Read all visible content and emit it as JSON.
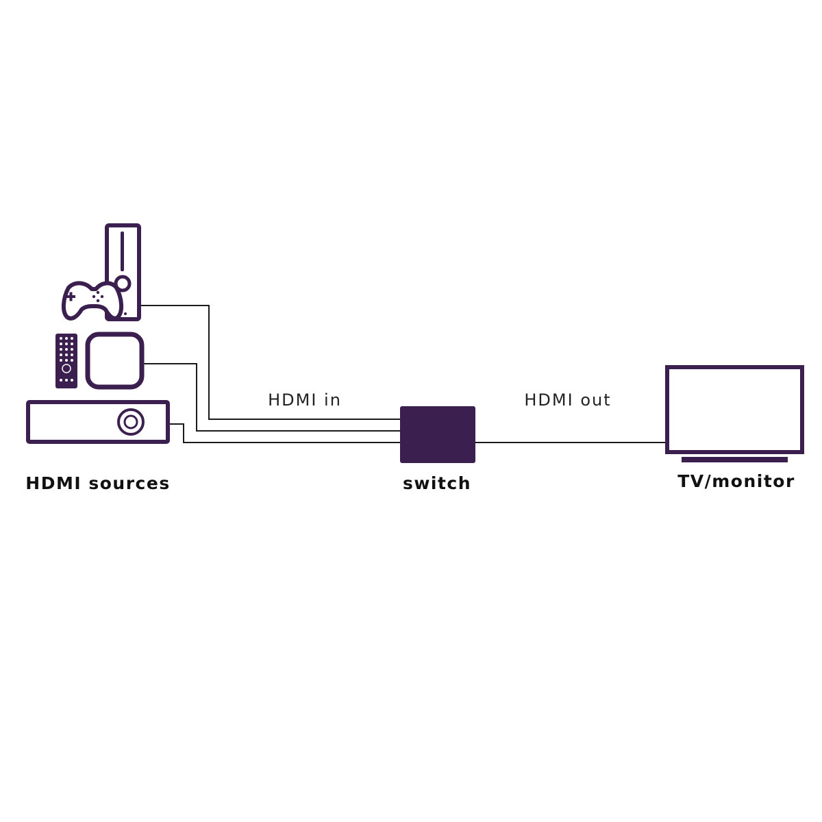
{
  "colors": {
    "device": "#3b1f4f",
    "cable": "#1a1a1a",
    "text": "#111111"
  },
  "labels": {
    "hdmi_in": "HDMI in",
    "hdmi_out": "HDMI out",
    "sources": "HDMI sources",
    "switch": "switch",
    "tv": "TV/monitor"
  },
  "icons": {
    "console": "game-console-icon",
    "controller": "gamepad-icon",
    "remote": "remote-control-icon",
    "streamer": "streaming-box-icon",
    "player": "media-player-icon",
    "switch": "hdmi-switch-icon",
    "tv": "tv-monitor-icon"
  }
}
